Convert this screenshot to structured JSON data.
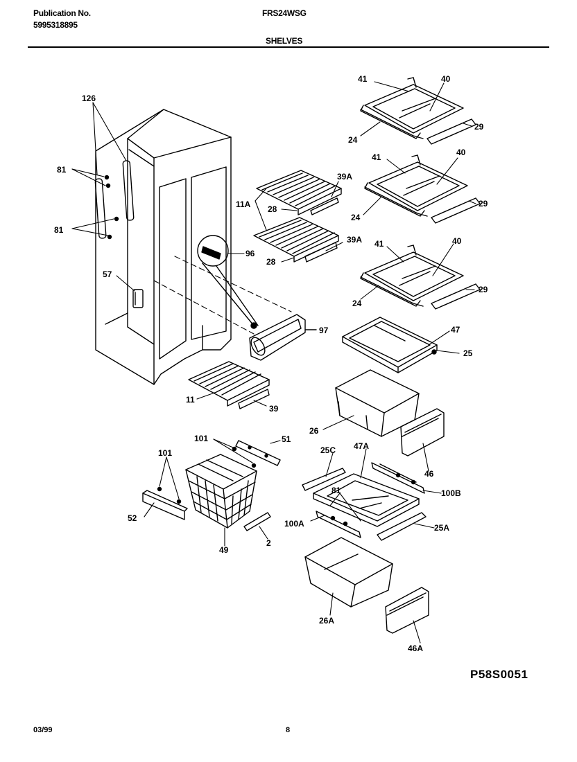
{
  "header": {
    "publication_label": "Publication No.",
    "publication_number": "5995318895",
    "model": "FRS24WSG",
    "section": "SHELVES"
  },
  "diagram_code": "P58S0051",
  "footer": {
    "date": "03/99",
    "page": "8"
  },
  "callouts": {
    "c126": "126",
    "c81a": "81",
    "c81b": "81",
    "c57": "57",
    "c96": "96",
    "c97": "97",
    "c11A": "11A",
    "c28a": "28",
    "c28b": "28",
    "c39Aa": "39A",
    "c39Ab": "39A",
    "c11": "11",
    "c39": "39",
    "c41a": "41",
    "c40a": "40",
    "c24a": "24",
    "c29a": "29",
    "c41b": "41",
    "c40b": "40",
    "c24b": "24",
    "c29b": "29",
    "c41c": "41",
    "c40c": "40",
    "c24c": "24",
    "c29c": "29",
    "c47": "47",
    "c25": "25",
    "c26": "26",
    "c46": "46",
    "c47A": "47A",
    "c25C": "25C",
    "c100B": "100B",
    "c81c": "81",
    "c100A": "100A",
    "c25A": "25A",
    "c26A": "26A",
    "c46A": "46A",
    "c101a": "101",
    "c51": "51",
    "c101b": "101",
    "c52": "52",
    "c49": "49",
    "c2": "2"
  }
}
